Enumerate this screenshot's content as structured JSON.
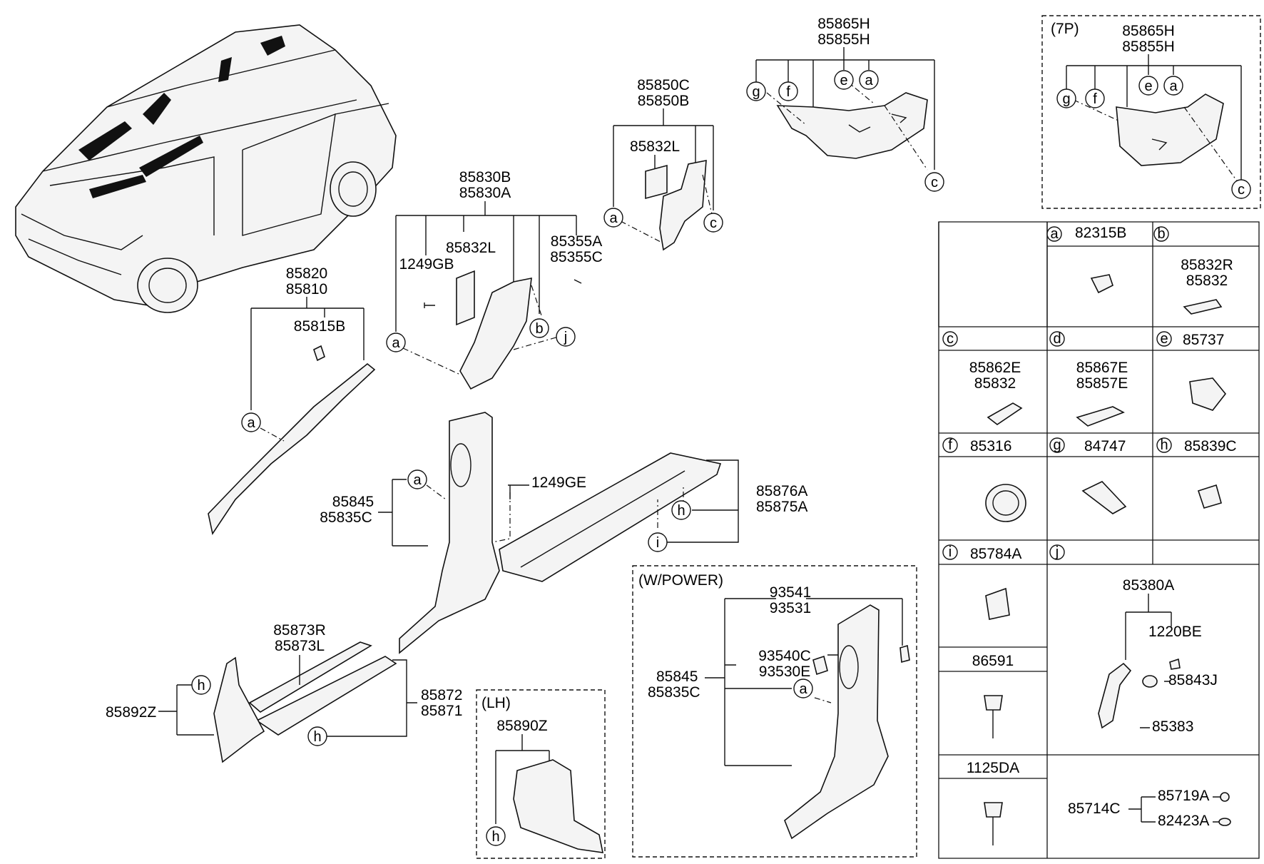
{
  "labels": {
    "p85865h": "85865H",
    "p85855h": "85855H",
    "p85865h_7p": "85865H",
    "p85855h_7p": "85855H",
    "p85850c": "85850C",
    "p85850b": "85850B",
    "p85832l_top": "85832L",
    "p85832l_mid": "85832L",
    "p85830b": "85830B",
    "p85830a": "85830A",
    "p1249gb": "1249GB",
    "p85355a": "85355A",
    "p85355c": "85355C",
    "p85820": "85820",
    "p85810": "85810",
    "p85815b": "85815B",
    "p85845": "85845",
    "p85835c": "85835C",
    "p1249ge": "1249GE",
    "p85876a": "85876A",
    "p85875a": "85875A",
    "p85873r": "85873R",
    "p85873l": "85873L",
    "p85872": "85872",
    "p85871": "85871",
    "p85892z": "85892Z",
    "p85890z": "85890Z",
    "p93541": "93541",
    "p93531": "93531",
    "p93540c": "93540C",
    "p93530e": "93530E",
    "p85845_pw": "85845",
    "p85835c_pw": "85835C"
  },
  "boxes": {
    "seven_p": "(7P)",
    "lh": "(LH)",
    "w_power": "(W/POWER)"
  },
  "callouts": [
    "a",
    "b",
    "c",
    "d",
    "e",
    "f",
    "g",
    "h",
    "i",
    "j"
  ],
  "table": {
    "a_part": "82315B",
    "b_part1": "85832R",
    "b_part2": "85832",
    "c_part1": "85862E",
    "c_part2": "85832",
    "d_part1": "85867E",
    "d_part2": "85857E",
    "e_part": "85737",
    "f_part": "85316",
    "g_part": "84747",
    "h_part": "85839C",
    "i_part": "85784A",
    "k_86591": "86591",
    "k_1125da": "1125DA",
    "j_85380a": "85380A",
    "j_1220be": "1220BE",
    "j_85843j": "85843J",
    "j_85383": "85383",
    "m_85714c": "85714C",
    "m_85719a": "85719A",
    "m_82423a": "82423A"
  }
}
